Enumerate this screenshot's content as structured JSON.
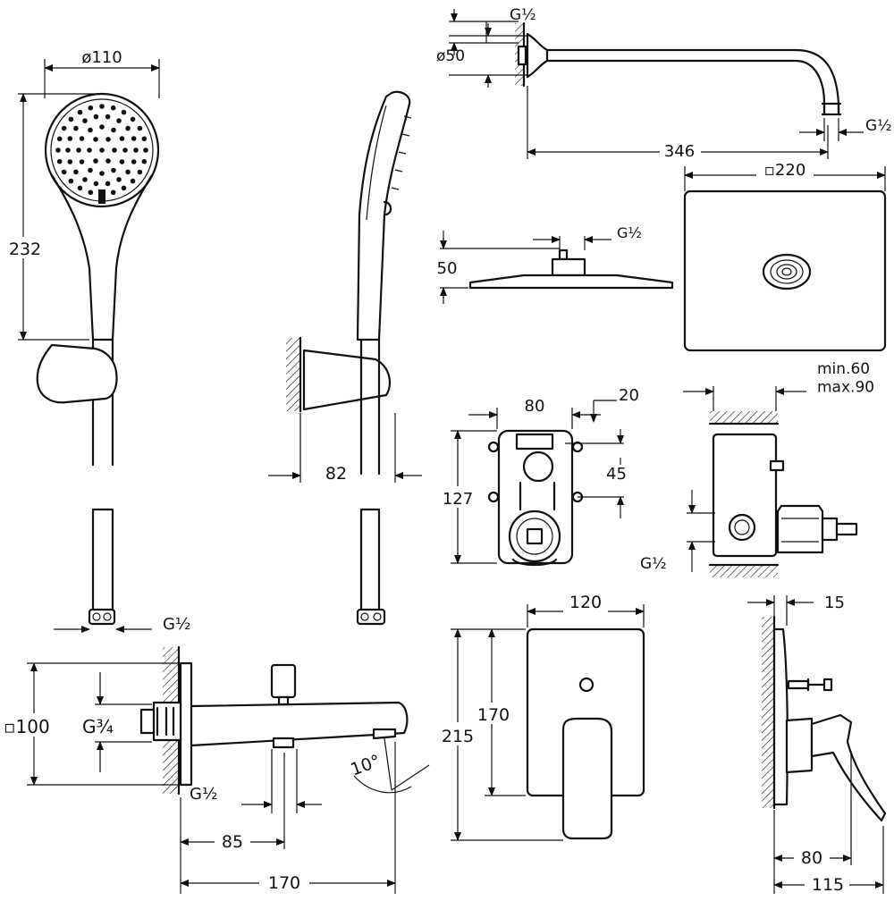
{
  "dimensions": {
    "handshower_diameter": "ø110",
    "handshower_length": "232",
    "holder_projection": "82",
    "hose_thread": "G½",
    "arm_thread_wall": "G½",
    "arm_rosette": "ø50",
    "arm_projection": "346",
    "arm_thread_end": "G½",
    "head_size": "▫220",
    "head_height": "50",
    "head_thread": "G½",
    "box_width": "80",
    "box_outlet": "20",
    "box_offset": "45",
    "box_height": "127",
    "install_depth": "min.60\nmax.90",
    "box_thread": "G½",
    "spout_rosette": "▫100",
    "spout_inlet": "G¾",
    "spout_outlet": "G½",
    "spout_angle": "10°",
    "spout_diverter": "85",
    "spout_length": "170",
    "plate_width": "120",
    "plate_height": "170",
    "lever_height": "215",
    "plate_thickness": "15",
    "lever_depth": "80",
    "total_depth": "115"
  }
}
